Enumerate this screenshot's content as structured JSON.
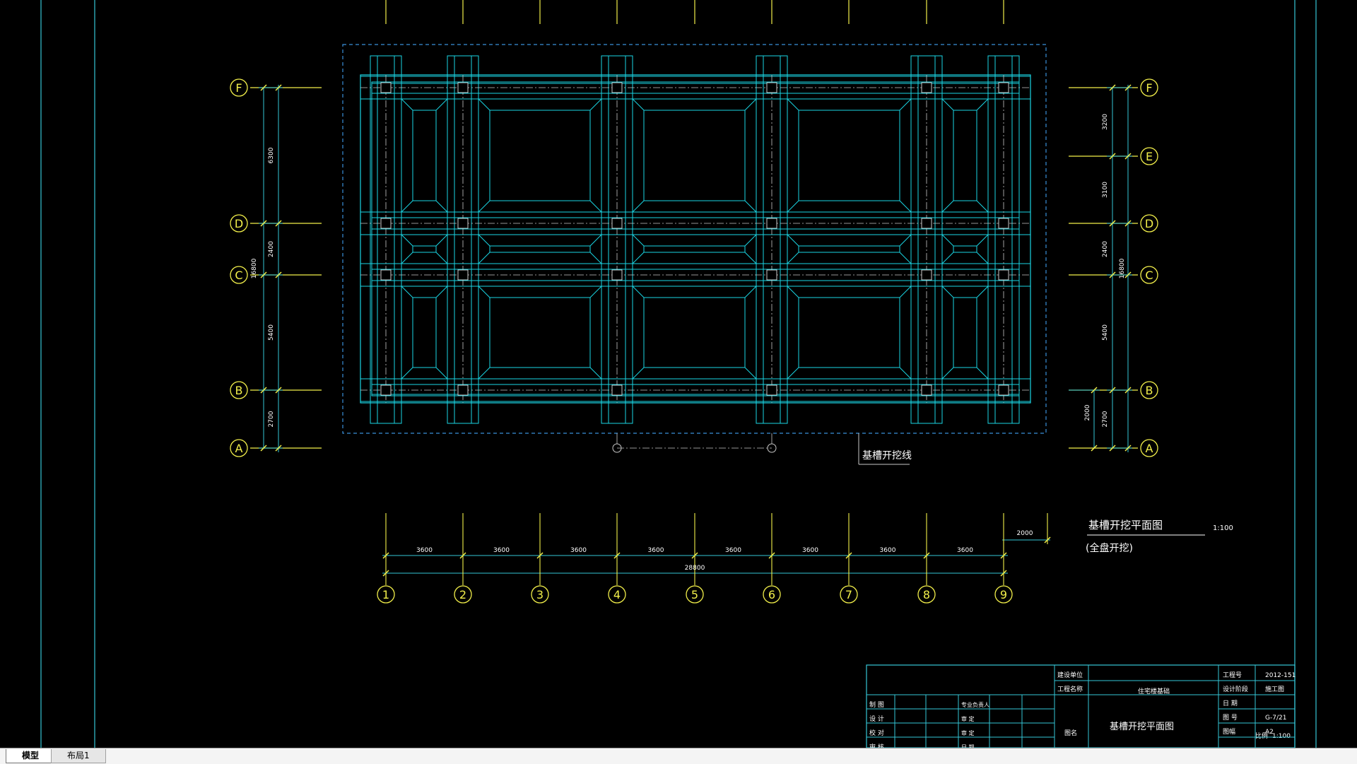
{
  "colors": {
    "background": "#000000",
    "frame_cyan": "#35c6d6",
    "pit_cyan": "#1ad6e4",
    "grid_yellow": "#f2ef4a",
    "dashed_blue": "#3a8fd8",
    "centerline_white": "#c8c8c8",
    "text_white": "#ffffff"
  },
  "drawing": {
    "axis_rows": [
      "F",
      "E",
      "D",
      "C",
      "B",
      "A"
    ],
    "axis_cols": [
      "1",
      "2",
      "3",
      "4",
      "5",
      "6",
      "7",
      "8",
      "9"
    ],
    "left_dims": [
      "6300",
      "2400",
      "5400",
      "2700"
    ],
    "left_total": "16800",
    "right_dims": [
      "3200",
      "3100",
      "2400",
      "5400",
      "2700"
    ],
    "right_total": "16800",
    "right_small": "2000",
    "bottom_dims": [
      "3600",
      "3600",
      "3600",
      "3600",
      "3600",
      "3600",
      "3600",
      "3600"
    ],
    "bottom_total": "28800",
    "bottom_extra": "2000",
    "leader_label": "基槽开挖线",
    "title_main": "基槽开挖平面图",
    "title_scale": "1:100",
    "title_sub": "(全盘开挖)"
  },
  "title_block": {
    "drawing_name": "基槽开挖平面图",
    "right_labels": [
      "工程号",
      "设计阶段",
      "日 期",
      "图 号",
      "图幅"
    ],
    "right_values": [
      "2012-151",
      "施工图",
      "",
      "G-7/21",
      "A2"
    ],
    "scale_label": "比例",
    "scale_value": "1:100",
    "left_labels": [
      "制 图",
      "设 计",
      "校 对",
      "审 核"
    ],
    "mid_labels": [
      "专业负责人",
      "审 定",
      "审 定",
      "日 期"
    ],
    "project_labels": [
      "建设单位",
      "工程名称"
    ],
    "project_value": "住宅楼基础",
    "name_label": "图名"
  },
  "tabs": [
    {
      "label": "模型",
      "active": true
    },
    {
      "label": "布局1",
      "active": false
    }
  ]
}
